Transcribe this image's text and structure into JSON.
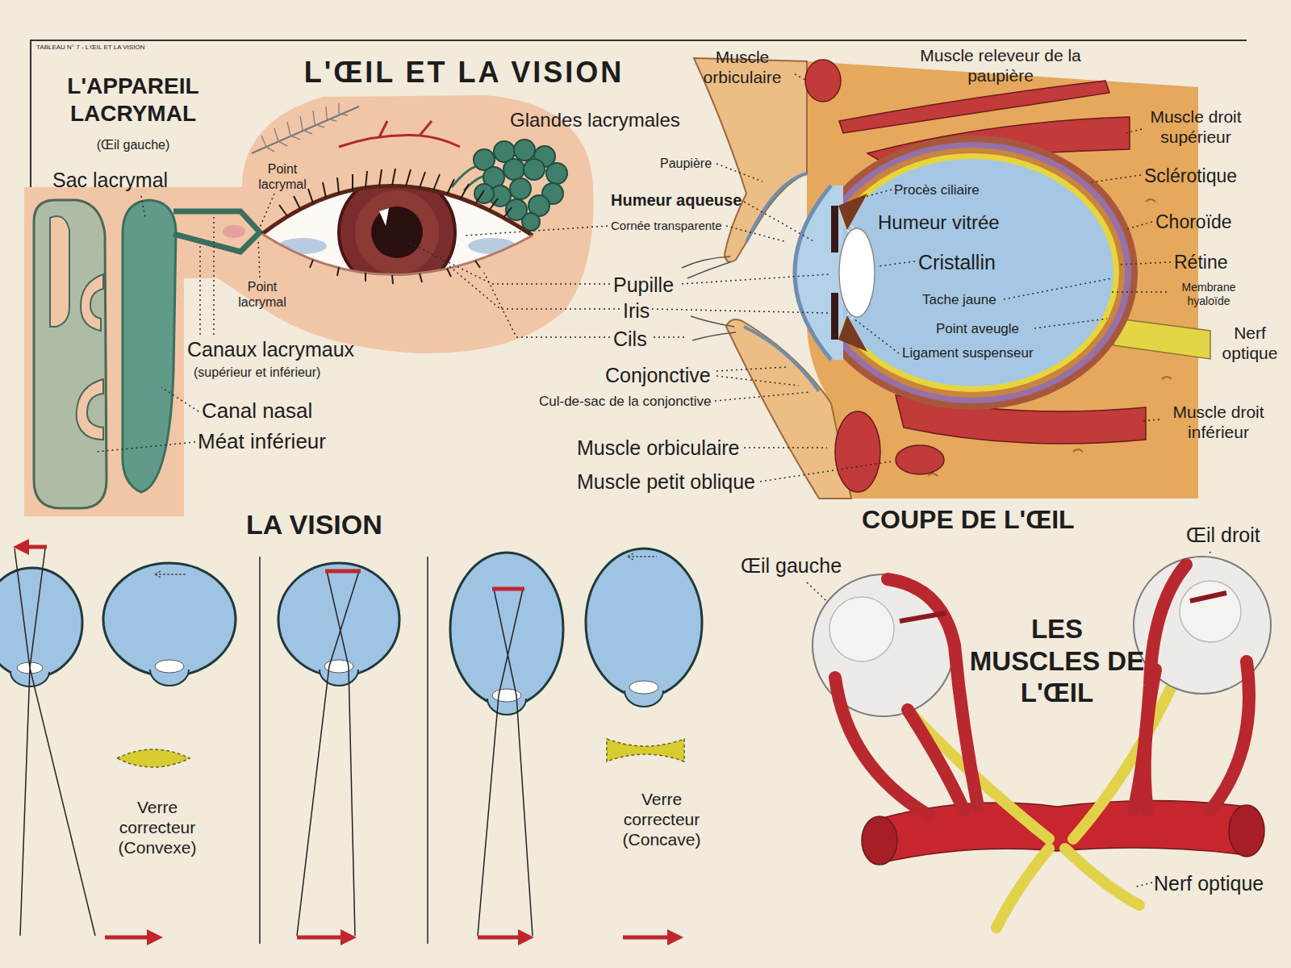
{
  "diagram": {
    "title": "L'ŒIL ET LA VISION",
    "labels": [
      "TABLEAU N° 7 - L'ŒIL ET LA VISION",
      "L'APPAREIL LACRYMAL",
      "(Œil gauche)",
      "Sac lacrymal",
      "Point lacrymal",
      "Glandes lacrymales",
      "Point lacrymal",
      "Canaux lacrymaux",
      "(supérieur et inférieur)",
      "Canal nasal",
      "Méat inférieur",
      "Muscle orbiculaire",
      "Muscle releveur de la paupière",
      "Paupière",
      "Muscle droit supérieur",
      "Humeur aqueuse",
      "Procès ciliaire",
      "Sclérotique",
      "Humeur vitrée",
      "Cornée transparente",
      "Choroïde",
      "Cristallin",
      "Rétine",
      "Pupille",
      "Tache jaune",
      "Membrane hyaloïde",
      "Iris",
      "Point aveugle",
      "Nerf optique",
      "Cils",
      "Ligament suspenseur",
      "Conjonctive",
      "Cul-de-sac de la conjonctive",
      "Muscle droit inférieur",
      "Muscle orbiculaire",
      "Muscle petit oblique",
      "LA VISION",
      "COUPE DE L'ŒIL",
      "Œil gauche",
      "Œil droit",
      "LES MUSCLES DE L'ŒIL",
      "Nerf optique",
      "Verre correcteur (Convexe)",
      "Verre correcteur (Concave)"
    ]
  }
}
